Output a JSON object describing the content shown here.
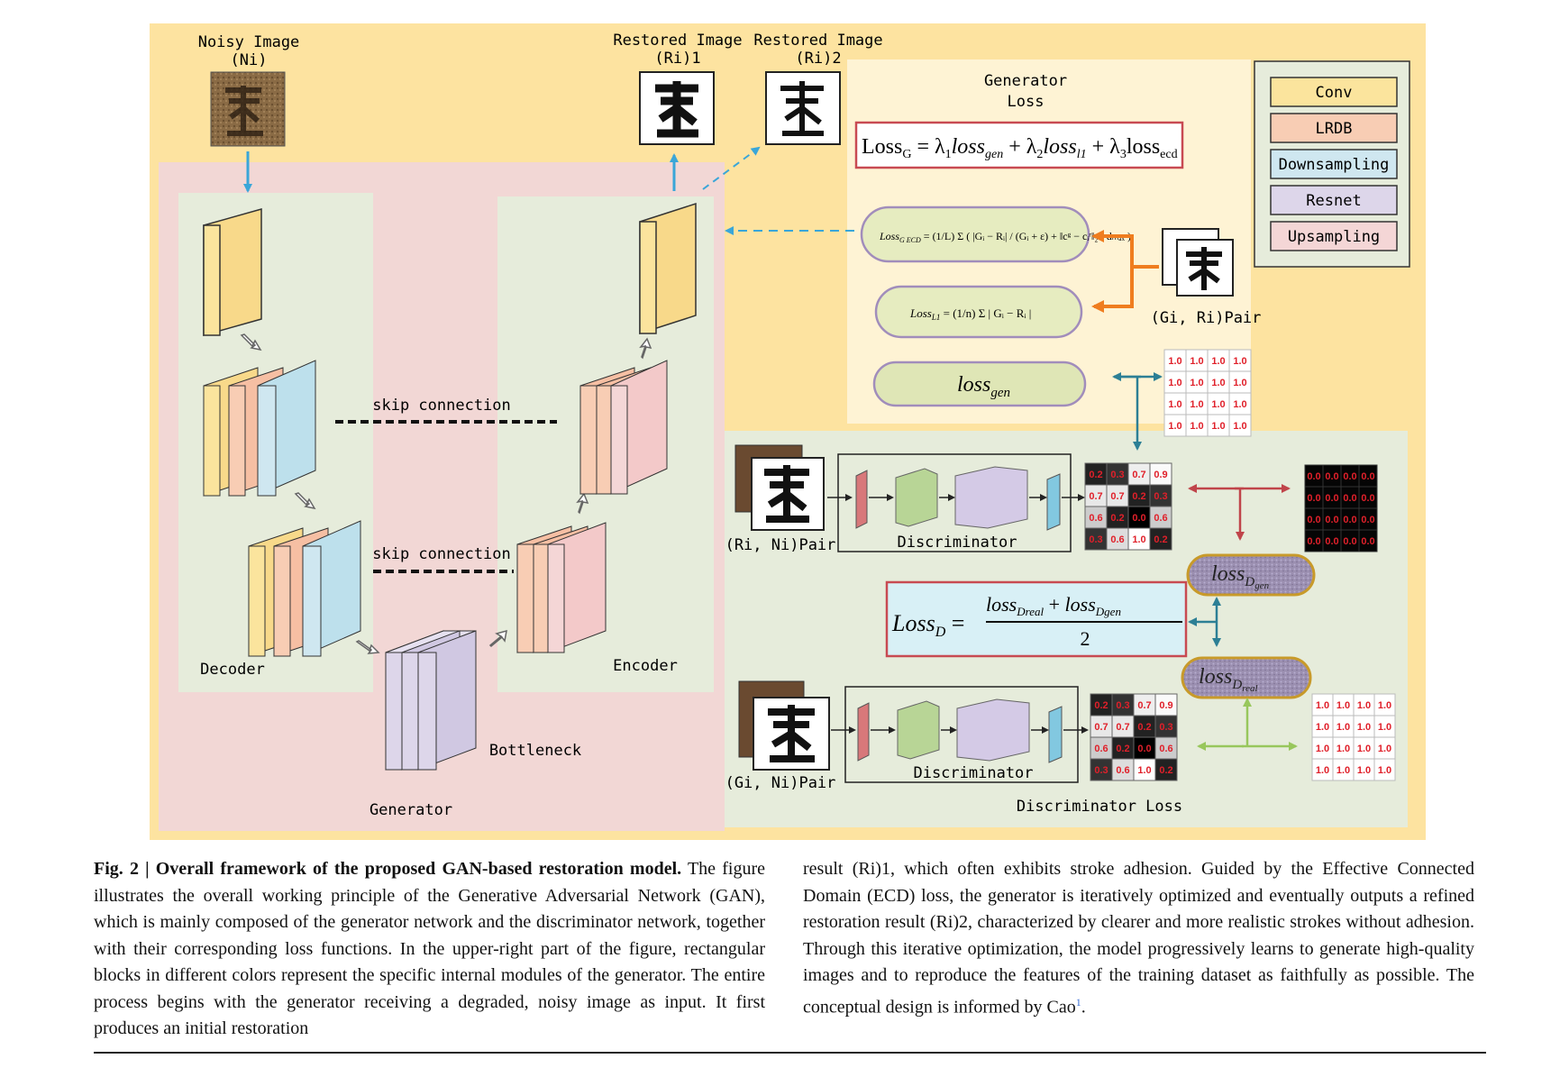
{
  "figure": {
    "noisy_image": {
      "line1": "Noisy Image",
      "line2": "(Ni)"
    },
    "restored1": {
      "line1": "Restored Image",
      "line2": "(Ri)1"
    },
    "restored2": {
      "line1": "Restored Image",
      "line2": "(Ri)2"
    },
    "generator_loss": {
      "line1": "Generator",
      "line2": "Loss"
    },
    "legend": [
      "Conv",
      "LRDB",
      "Downsampling",
      "Resnet",
      "Upsampling"
    ],
    "legend_colors": [
      "#fbe49d",
      "#f8cdb4",
      "#cfe7f0",
      "#ddd6ea",
      "#f4d6d6"
    ],
    "skip1": "skip connection",
    "skip2": "skip connection",
    "decoder": "Decoder",
    "encoder": "Encoder",
    "bottleneck": "Bottleneck",
    "generator": "Generator",
    "gi_ri_pair": "(Gi, Ri)Pair",
    "ri_ni_pair": "(Ri, Ni)Pair",
    "gi_ni_pair": "(Gi, Ni)Pair",
    "discriminator1": "Discriminator",
    "discriminator2": "Discriminator",
    "discriminator_loss": "Discriminator Loss",
    "grid_ones": [
      "1.0",
      "1.0",
      "1.0",
      "1.0"
    ],
    "grid_zeros": [
      "0.0",
      "0.0",
      "0.0",
      "0.0"
    ],
    "pred_grid": [
      [
        "0.2",
        "0.3",
        "0.7",
        "0.9"
      ],
      [
        "0.7",
        "0.7",
        "0.2",
        "0.3"
      ],
      [
        "0.6",
        "0.2",
        "0.0",
        "0.6"
      ],
      [
        "0.3",
        "0.6",
        "1.0",
        "0.2"
      ]
    ],
    "pred_grid_shades": [
      [
        "#222",
        "#333",
        "#eee",
        "#fafafa"
      ],
      [
        "#e8e8e8",
        "#e8e8e8",
        "#222",
        "#333"
      ],
      [
        "#ccc",
        "#222",
        "#000",
        "#ccc"
      ],
      [
        "#333",
        "#ddd",
        "#fff",
        "#222"
      ]
    ]
  },
  "caption": {
    "title": "Fig. 2 | Overall framework of the proposed GAN-based restoration model.",
    "left_text": "The figure illustrates the overall working principle of the Generative Adversarial Network (GAN), which is mainly composed of the generator network and the discriminator network, together with their corresponding loss functions. In the upper-right part of the figure, rectangular blocks in different colors represent the specific internal modules of the generator. The entire process begins with the generator receiving a degraded, noisy image as input. It first produces an initial restoration",
    "right_text": "result (Ri)1, which often exhibits stroke adhesion. Guided by the Effective Connected Domain (ECD) loss, the generator is iteratively optimized and eventually outputs a refined restoration result (Ri)2, characterized by clearer and more realistic strokes without adhesion. Through this iterative optimization, the model progressively learns to generate high-quality images and to reproduce the features of the training dataset as faithfully as possible. The conceptual design is informed by Cao",
    "ref": "1",
    "ref_end": "."
  }
}
